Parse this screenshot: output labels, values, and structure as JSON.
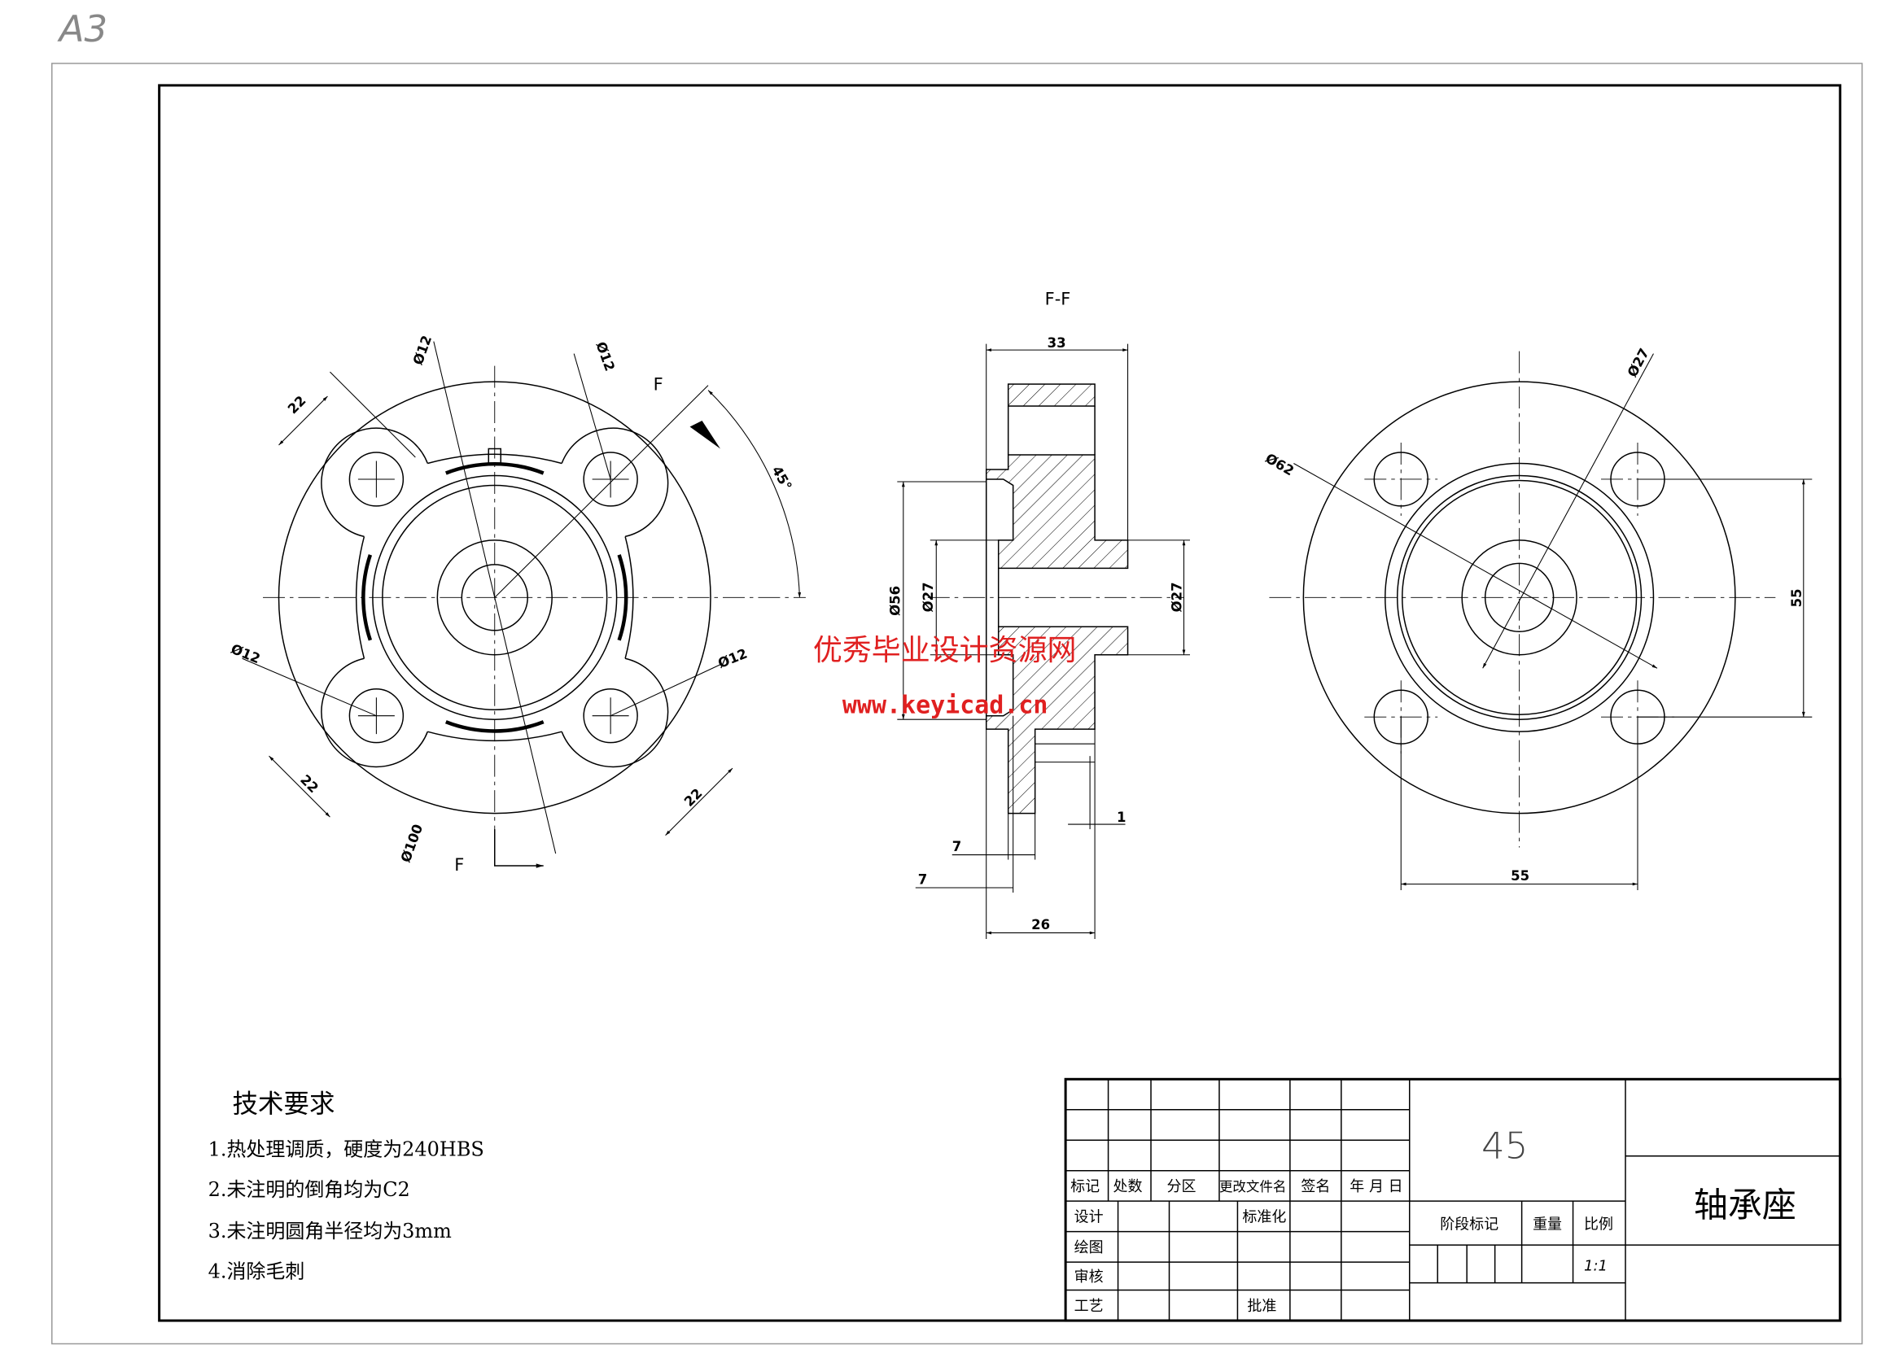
{
  "sheet": {
    "size_label": "A3"
  },
  "left_view": {
    "section_marks": [
      "F",
      "F"
    ],
    "dims": {
      "hole_dia_tl": "Ø12",
      "hole_dia_tr": "Ø12",
      "hole_dia_bl": "Ø12",
      "hole_dia_br": "Ø12",
      "dist_tl": "22",
      "dist_bl": "22",
      "dist_br": "22",
      "angle": "45°",
      "outer_dia": "Ø100"
    }
  },
  "section_view": {
    "title": "F-F",
    "dims": {
      "width_top": "33",
      "dia_recess": "Ø56",
      "dia_bore_left": "Ø27",
      "dia_bore_right": "Ø27",
      "gap": "1",
      "step1": "7",
      "step2": "7",
      "width_bottom": "26"
    }
  },
  "right_view": {
    "dims": {
      "dia_bore": "Ø27",
      "dia_outer": "Ø62",
      "vert_spacing": "55",
      "horiz_spacing": "55"
    }
  },
  "watermark": {
    "line1": "优秀毕业设计资源网",
    "line2": "www.keyicad.cn",
    "color": "#e02020"
  },
  "tech_requirements": {
    "title": "技术要求",
    "items": [
      "1.热处理调质，硬度为240HBS",
      "2.未注明的倒角均为C2",
      "3.未注明圆角半径均为3mm",
      "4.消除毛刺"
    ]
  },
  "title_block": {
    "header": [
      "标记",
      "处数",
      "分区",
      "更改文件名",
      "签名",
      "年 月 日"
    ],
    "roles": [
      "设计",
      "绘图",
      "审核",
      "工艺"
    ],
    "standardization": "标准化",
    "approval": "批准",
    "material": "45",
    "stage_mark": "阶段标记",
    "weight": "重量",
    "scale_label": "比例",
    "scale_value": "1:1",
    "part_name": "轴承座"
  }
}
